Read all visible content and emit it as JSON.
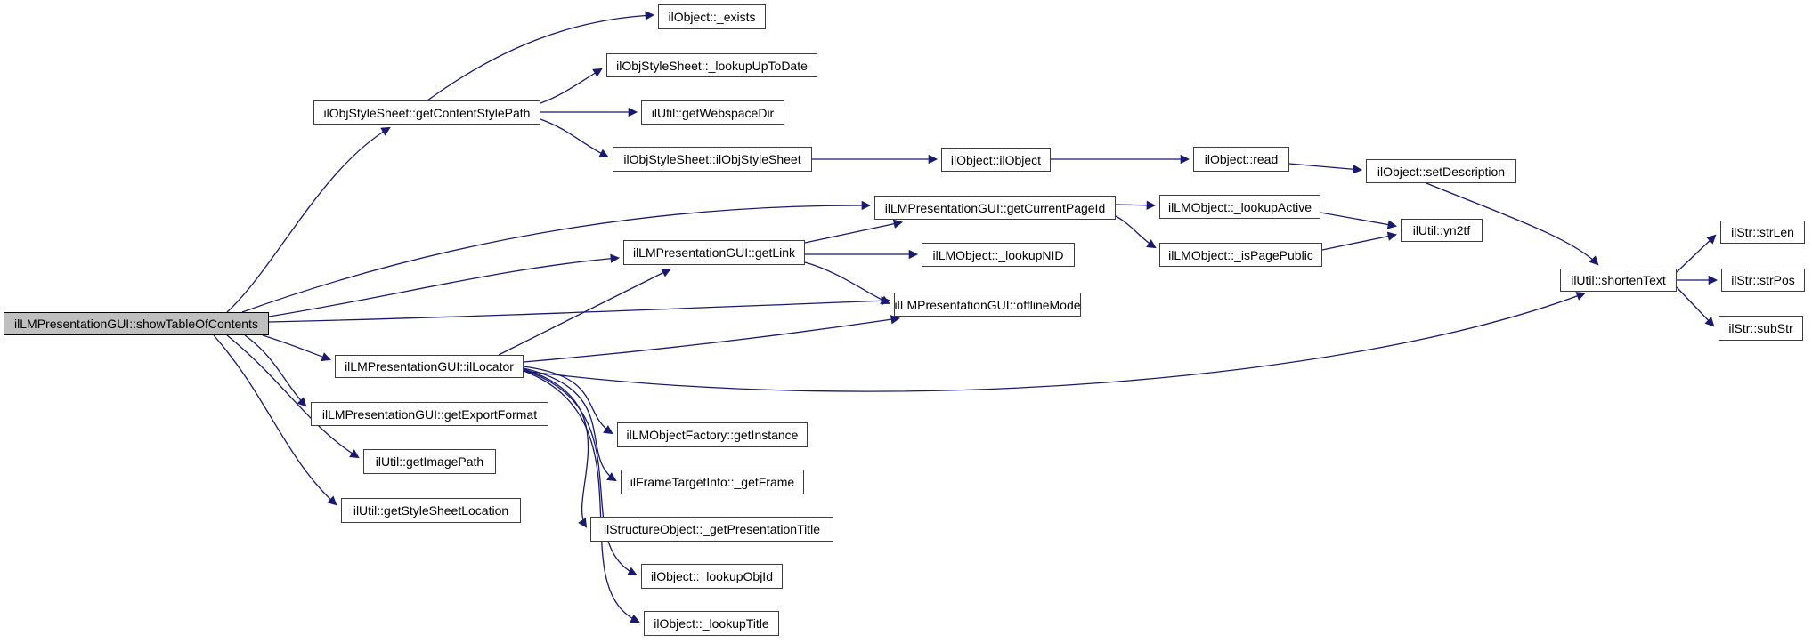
{
  "diagram": {
    "type": "call-graph",
    "direction": "left-to-right",
    "colors": {
      "edge": "#191970",
      "node_fill": "#ffffff",
      "node_border": "#3d3d3d",
      "root_fill": "#bfbfbf",
      "root_border": "#000000",
      "background": "#ffffff",
      "text": "#000000"
    },
    "nodes": [
      {
        "id": "showTableOfContents",
        "label": "ilLMPresentationGUI::showTableOfContents",
        "emphasis": "root"
      },
      {
        "id": "getContentStylePath",
        "label": "ilObjStyleSheet::getContentStylePath",
        "emphasis": "normal"
      },
      {
        "id": "exists",
        "label": "ilObject::_exists",
        "emphasis": "normal"
      },
      {
        "id": "lookupUpToDate",
        "label": "ilObjStyleSheet::_lookupUpToDate",
        "emphasis": "normal"
      },
      {
        "id": "getWebspaceDir",
        "label": "ilUtil::getWebspaceDir",
        "emphasis": "normal"
      },
      {
        "id": "ilObjStyleSheetCtor",
        "label": "ilObjStyleSheet::ilObjStyleSheet",
        "emphasis": "normal"
      },
      {
        "id": "ilObjectCtor",
        "label": "ilObject::ilObject",
        "emphasis": "normal"
      },
      {
        "id": "read",
        "label": "ilObject::read",
        "emphasis": "normal"
      },
      {
        "id": "setDescription",
        "label": "ilObject::setDescription",
        "emphasis": "normal"
      },
      {
        "id": "getCurrentPageId",
        "label": "ilLMPresentationGUI::getCurrentPageId",
        "emphasis": "normal"
      },
      {
        "id": "lookupActive",
        "label": "ilLMObject::_lookupActive",
        "emphasis": "normal"
      },
      {
        "id": "isPagePublic",
        "label": "ilLMObject::_isPagePublic",
        "emphasis": "normal"
      },
      {
        "id": "yn2tf",
        "label": "ilUtil::yn2tf",
        "emphasis": "normal"
      },
      {
        "id": "getLink",
        "label": "ilLMPresentationGUI::getLink",
        "emphasis": "normal"
      },
      {
        "id": "lookupNID",
        "label": "ilLMObject::_lookupNID",
        "emphasis": "normal"
      },
      {
        "id": "offlineMode",
        "label": "ilLMPresentationGUI::offlineMode",
        "emphasis": "normal"
      },
      {
        "id": "shortenText",
        "label": "ilUtil::shortenText",
        "emphasis": "normal"
      },
      {
        "id": "strLen",
        "label": "ilStr::strLen",
        "emphasis": "normal"
      },
      {
        "id": "strPos",
        "label": "ilStr::strPos",
        "emphasis": "normal"
      },
      {
        "id": "subStr",
        "label": "ilStr::subStr",
        "emphasis": "normal"
      },
      {
        "id": "ilLocator",
        "label": "ilLMPresentationGUI::ilLocator",
        "emphasis": "normal"
      },
      {
        "id": "getExportFormat",
        "label": "ilLMPresentationGUI::getExportFormat",
        "emphasis": "normal"
      },
      {
        "id": "getImagePath",
        "label": "ilUtil::getImagePath",
        "emphasis": "normal"
      },
      {
        "id": "getStyleSheetLocation",
        "label": "ilUtil::getStyleSheetLocation",
        "emphasis": "normal"
      },
      {
        "id": "getInstance",
        "label": "ilLMObjectFactory::getInstance",
        "emphasis": "normal"
      },
      {
        "id": "getFrame",
        "label": "ilFrameTargetInfo::_getFrame",
        "emphasis": "normal"
      },
      {
        "id": "getPresentationTitle",
        "label": "ilStructureObject::_getPresentationTitle",
        "emphasis": "normal"
      },
      {
        "id": "lookupObjId",
        "label": "ilObject::_lookupObjId",
        "emphasis": "normal"
      },
      {
        "id": "lookupTitle",
        "label": "ilObject::_lookupTitle",
        "emphasis": "normal"
      }
    ],
    "edges": [
      {
        "from": "showTableOfContents",
        "to": "getContentStylePath"
      },
      {
        "from": "showTableOfContents",
        "to": "getCurrentPageId"
      },
      {
        "from": "showTableOfContents",
        "to": "getLink"
      },
      {
        "from": "showTableOfContents",
        "to": "offlineMode"
      },
      {
        "from": "showTableOfContents",
        "to": "ilLocator"
      },
      {
        "from": "showTableOfContents",
        "to": "getExportFormat"
      },
      {
        "from": "showTableOfContents",
        "to": "getImagePath"
      },
      {
        "from": "showTableOfContents",
        "to": "getStyleSheetLocation"
      },
      {
        "from": "getContentStylePath",
        "to": "exists"
      },
      {
        "from": "getContentStylePath",
        "to": "lookupUpToDate"
      },
      {
        "from": "getContentStylePath",
        "to": "getWebspaceDir"
      },
      {
        "from": "getContentStylePath",
        "to": "ilObjStyleSheetCtor"
      },
      {
        "from": "ilObjStyleSheetCtor",
        "to": "ilObjectCtor"
      },
      {
        "from": "ilObjectCtor",
        "to": "read"
      },
      {
        "from": "read",
        "to": "setDescription"
      },
      {
        "from": "setDescription",
        "to": "shortenText"
      },
      {
        "from": "getCurrentPageId",
        "to": "lookupActive"
      },
      {
        "from": "getCurrentPageId",
        "to": "isPagePublic"
      },
      {
        "from": "lookupActive",
        "to": "yn2tf"
      },
      {
        "from": "isPagePublic",
        "to": "yn2tf"
      },
      {
        "from": "getLink",
        "to": "getCurrentPageId"
      },
      {
        "from": "getLink",
        "to": "lookupNID"
      },
      {
        "from": "getLink",
        "to": "offlineMode"
      },
      {
        "from": "ilLocator",
        "to": "getLink"
      },
      {
        "from": "ilLocator",
        "to": "offlineMode"
      },
      {
        "from": "ilLocator",
        "to": "shortenText"
      },
      {
        "from": "ilLocator",
        "to": "getInstance"
      },
      {
        "from": "ilLocator",
        "to": "getFrame"
      },
      {
        "from": "ilLocator",
        "to": "getPresentationTitle"
      },
      {
        "from": "ilLocator",
        "to": "lookupObjId"
      },
      {
        "from": "ilLocator",
        "to": "lookupTitle"
      },
      {
        "from": "shortenText",
        "to": "strLen"
      },
      {
        "from": "shortenText",
        "to": "strPos"
      },
      {
        "from": "shortenText",
        "to": "subStr"
      }
    ]
  }
}
